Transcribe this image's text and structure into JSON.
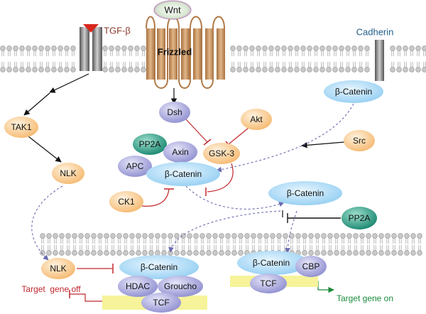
{
  "labels": {
    "wnt": "Wnt",
    "frizzled": "Frizzled",
    "tgfb": "TGF-β",
    "cadherin": "Cadherin",
    "beta_catenin": "β-Catenin",
    "tak1": "TAK1",
    "nlk": "NLK",
    "dsh": "Dsh",
    "akt": "Akt",
    "pp2a": "PP2A",
    "axin": "Axin",
    "gsk3": "GSK-3",
    "apc": "APC",
    "src": "Src",
    "ck1": "CK1",
    "hdac": "HDAC",
    "groucho": "Groucho",
    "tcf": "TCF",
    "cbp": "CBP",
    "target_off": "Target  gene off",
    "target_on": "Target gene on"
  },
  "colors": {
    "orange_node": "#f8c68a",
    "purple_node": "#a9a8dc",
    "blue_node": "#a9d8f5",
    "green_node": "#2ea58d",
    "tcf_bar": "#f6f39a",
    "receptor": "#c6925e",
    "inhibit": "#c0272d",
    "target_off_text": "#c0272d",
    "target_on_text": "#1a8a3a",
    "dashed": "#6a6ab0",
    "cadherin_text": "#1f5f8b",
    "tgfb_text": "#8a3b2b"
  }
}
